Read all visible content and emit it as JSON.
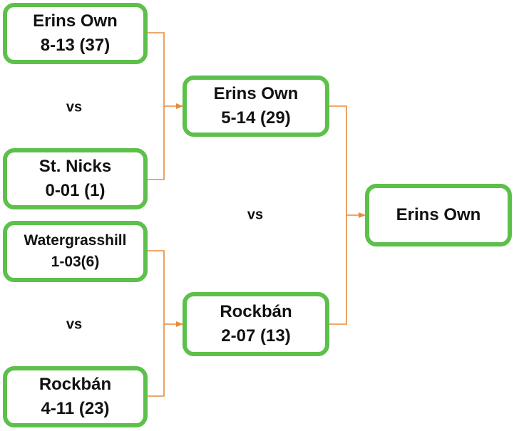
{
  "colors": {
    "box_border": "#5cc04a",
    "connector": "#ea8a3a",
    "text": "#111111"
  },
  "vs_label": "vs",
  "round1": {
    "match1": {
      "team1": {
        "name": "Erins Own",
        "score": "8-13 (37)"
      },
      "team2": {
        "name": "St. Nicks",
        "score": "0-01 (1)"
      }
    },
    "match2": {
      "team1": {
        "name": "Watergrasshill",
        "score": "1-03(6)"
      },
      "team2": {
        "name": "Rockbán",
        "score": "4-11 (23)"
      }
    }
  },
  "round2": {
    "team1": {
      "name": "Erins Own",
      "score": "5-14 (29)"
    },
    "team2": {
      "name": "Rockbán",
      "score": "2-07 (13)"
    }
  },
  "winner": {
    "name": "Erins Own"
  }
}
